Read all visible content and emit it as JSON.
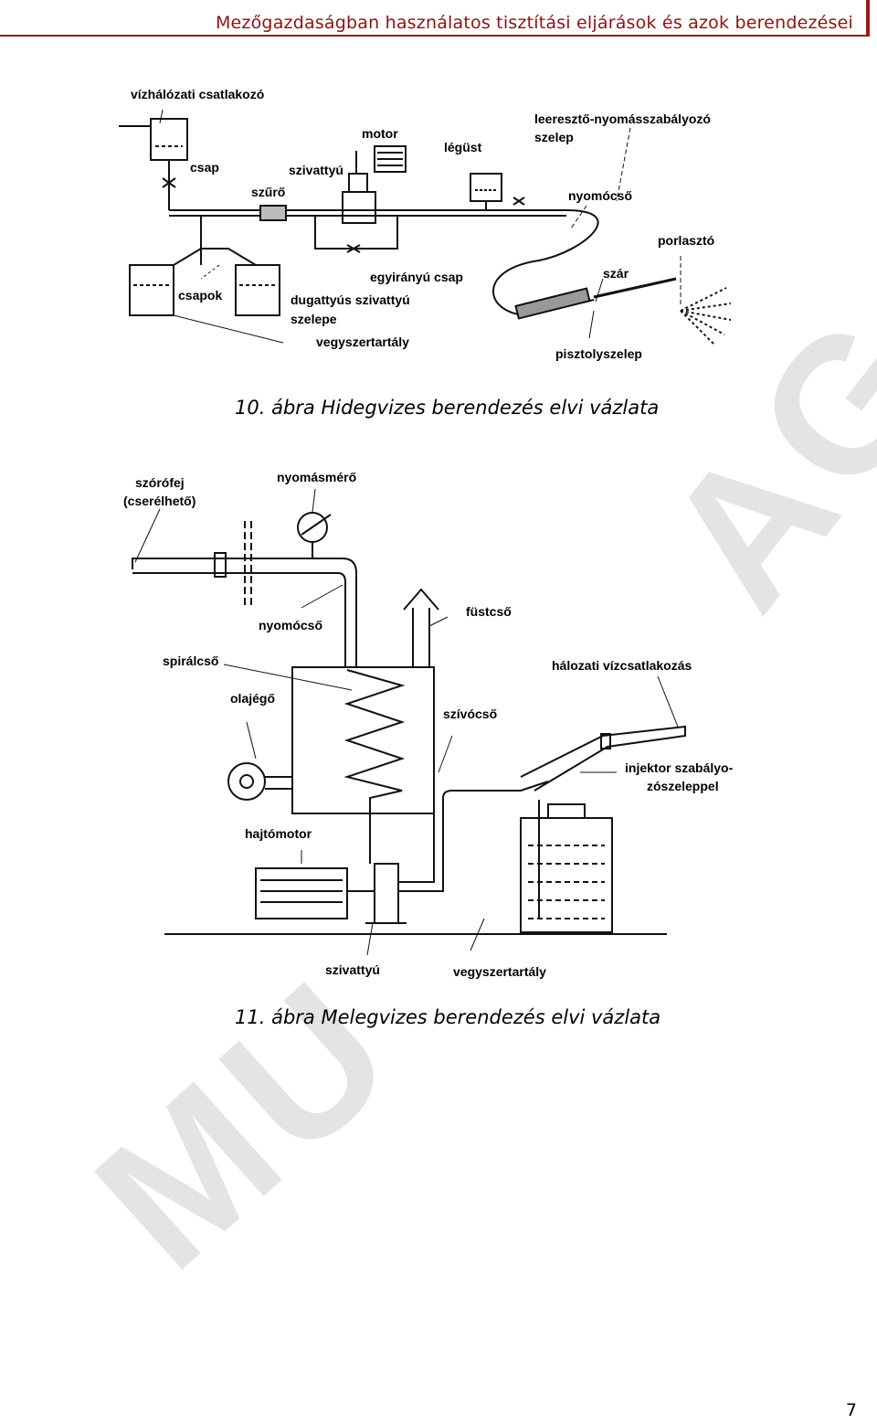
{
  "header": {
    "title": "Mezőgazdaságban használatos tisztítási eljárások és azok berendezései"
  },
  "watermark": {
    "top_fragment": "AG",
    "bottom_fragment": "MU"
  },
  "figure1": {
    "caption": "10. ábra Hidegvizes berendezés elvi vázlata",
    "labels": {
      "vizhalozati": "vízhálózati csatlakozó",
      "motor": "motor",
      "legust": "légüst",
      "leereszto": "leeresztő-nyomásszabályozó",
      "szelep": "szelep",
      "csap": "csap",
      "szivattyu": "szivattyú",
      "szuro": "szűrő",
      "nyomocso": "nyomócső",
      "porlaszto": "porlasztó",
      "egyiranyu": "egyirányú csap",
      "szar": "szár",
      "csapok": "csapok",
      "dugattyus": "dugattyús szivattyú",
      "szelepe": "szelepe",
      "vegyszertartaly": "vegyszertartály",
      "pisztolyszelep": "pisztolyszelep"
    }
  },
  "figure2": {
    "caption": "11. ábra Melegvizes berendezés elvi vázlata",
    "labels": {
      "szorofej": "szórófej",
      "cserelheto": "(cserélhető)",
      "nyomasmero": "nyomásmérő",
      "nyomocso": "nyomócső",
      "fustcso": "füstcső",
      "spiralcso": "spirálcső",
      "halozati": "hálozati vízcsatlakozás",
      "olajego": "olajégő",
      "szivocso": "szívócső",
      "injektor1": "injektor szabályo-",
      "injektor2": "zószeleppel",
      "hajtomotor": "hajtómotor",
      "szivattyu": "szivattyú",
      "vegyszertartaly": "vegyszertartály"
    }
  },
  "page_number": "7"
}
